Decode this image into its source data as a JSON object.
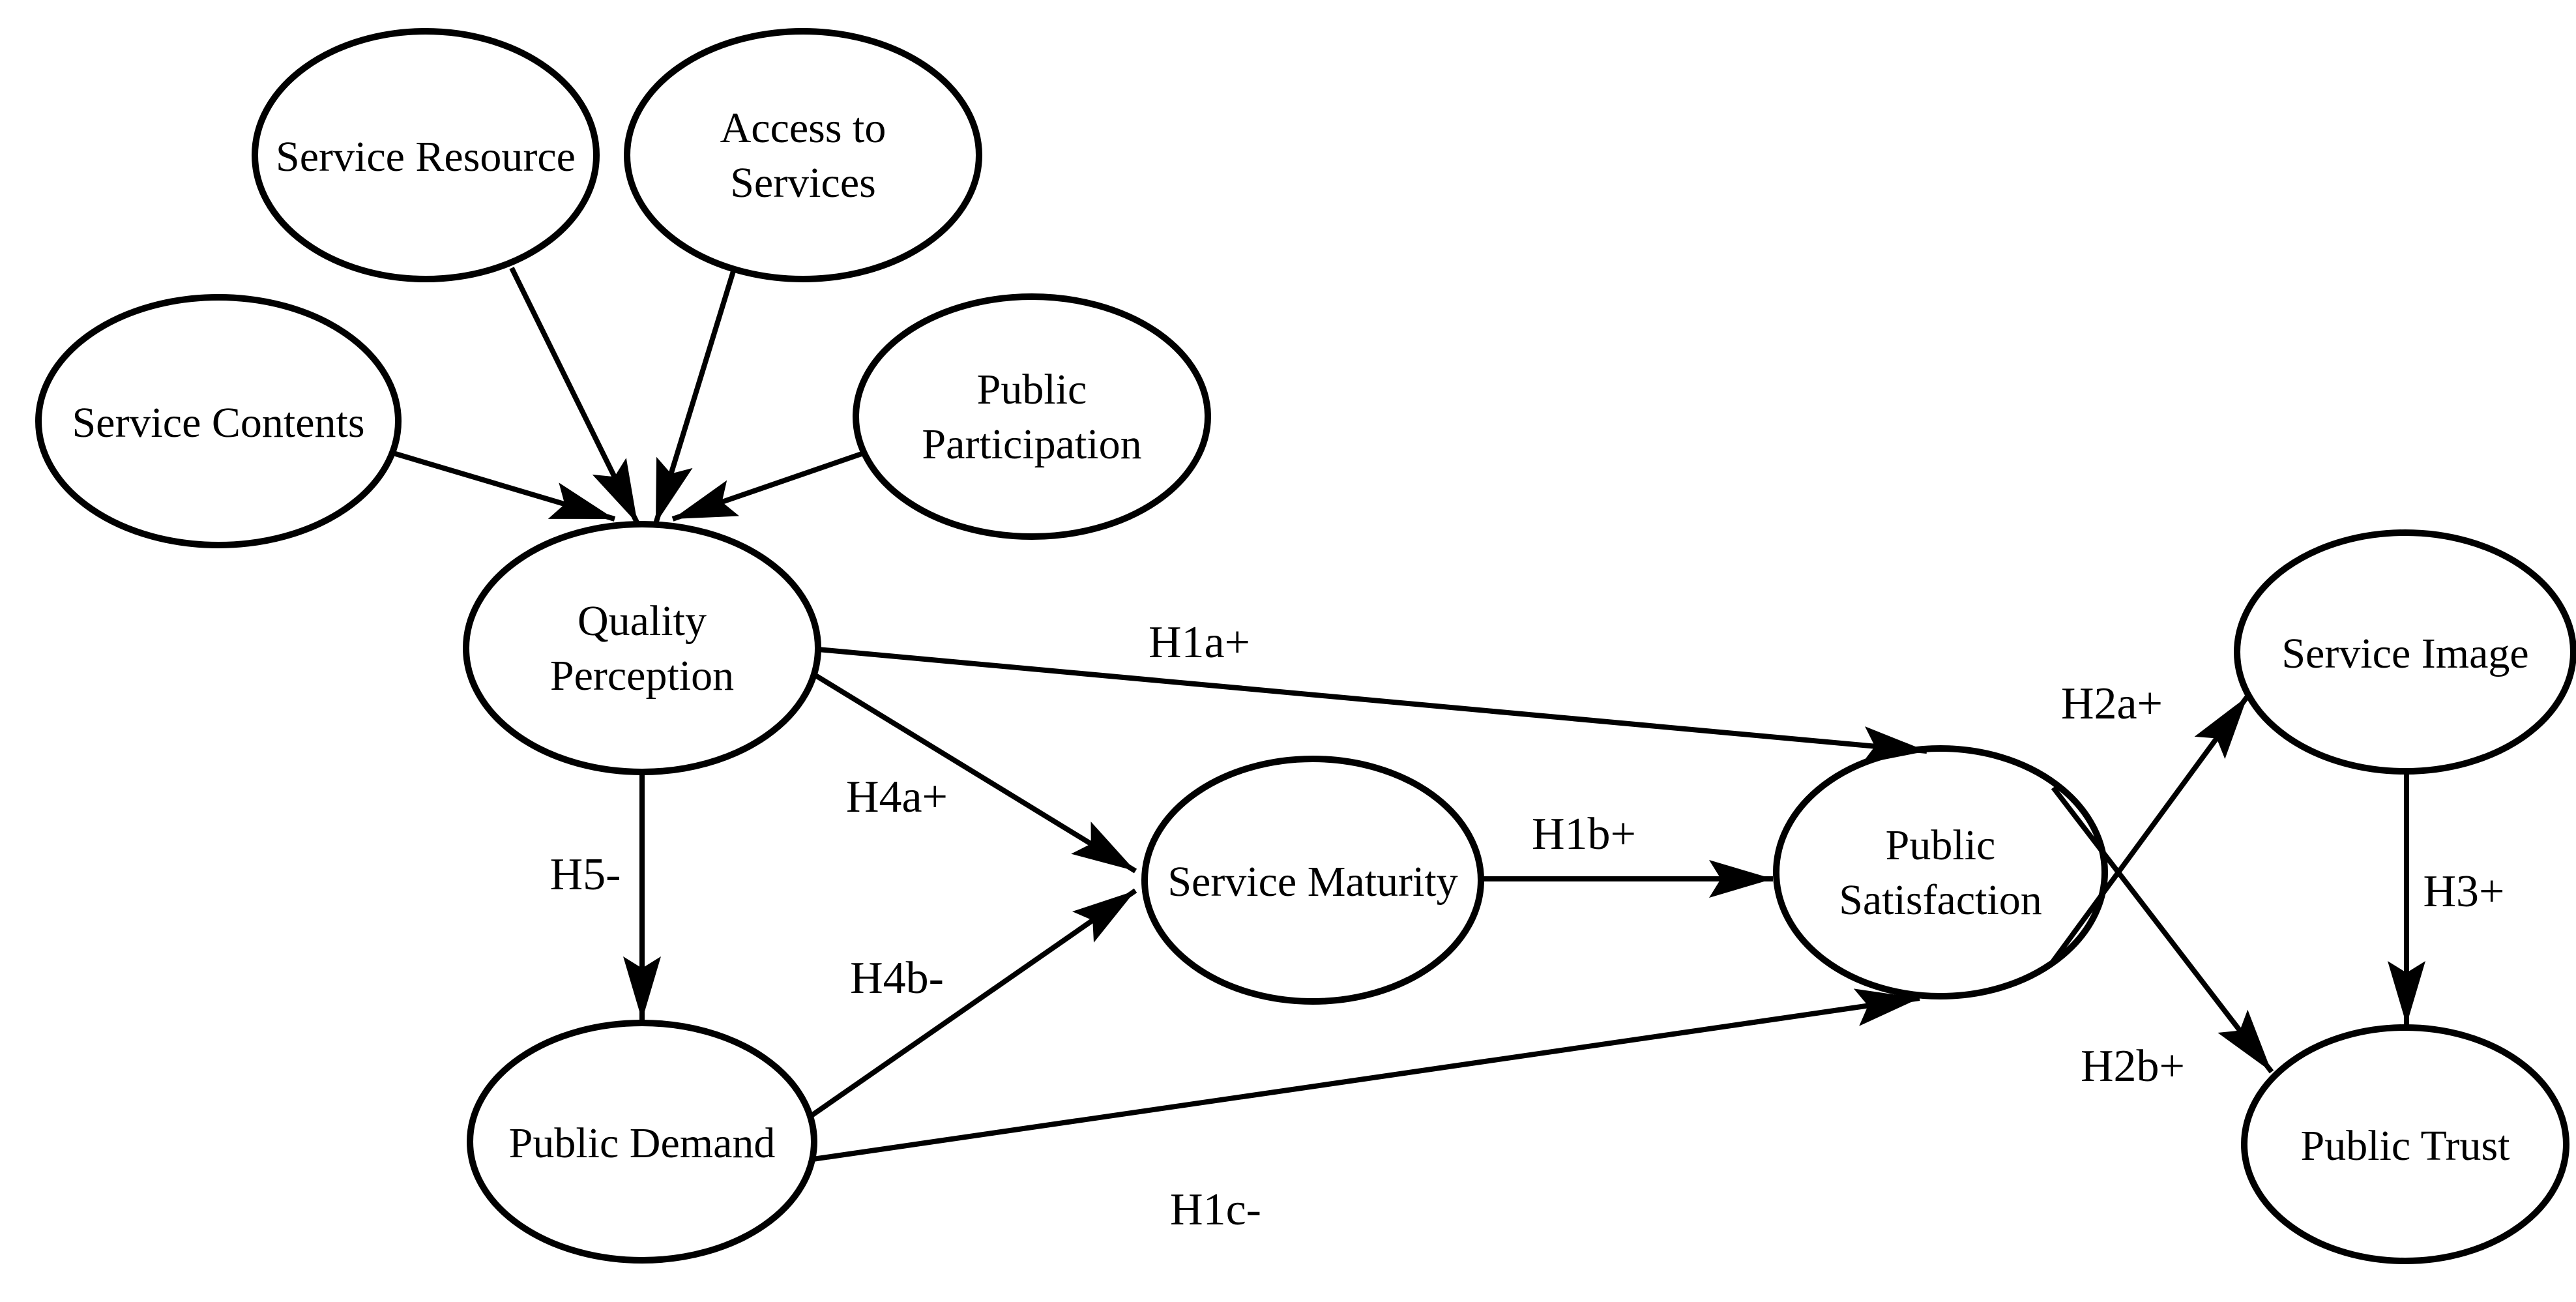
{
  "diagram": {
    "background_color": "#ffffff",
    "ink_color": "#000000",
    "type": "structural-equation-model-path-diagram",
    "nodes": [
      {
        "id": "service-resource",
        "label_lines": [
          "Service Resource"
        ]
      },
      {
        "id": "access-to-services",
        "label_lines": [
          "Access to",
          "Services"
        ]
      },
      {
        "id": "service-contents",
        "label_lines": [
          "Service Contents"
        ]
      },
      {
        "id": "public-participation",
        "label_lines": [
          "Public",
          "Participation"
        ]
      },
      {
        "id": "quality-perception",
        "label_lines": [
          "Quality",
          "Perception"
        ]
      },
      {
        "id": "public-demand",
        "label_lines": [
          "Public Demand"
        ]
      },
      {
        "id": "service-maturity",
        "label_lines": [
          "Service Maturity"
        ]
      },
      {
        "id": "public-satisfaction",
        "label_lines": [
          "Public",
          "Satisfaction"
        ]
      },
      {
        "id": "service-image",
        "label_lines": [
          "Service Image"
        ]
      },
      {
        "id": "public-trust",
        "label_lines": [
          "Public Trust"
        ]
      }
    ],
    "edges": [
      {
        "id": "service-resource-to-quality-perception",
        "from": "service-resource",
        "to": "quality-perception",
        "label": ""
      },
      {
        "id": "access-to-services-to-quality-perception",
        "from": "access-to-services",
        "to": "quality-perception",
        "label": ""
      },
      {
        "id": "service-contents-to-quality-perception",
        "from": "service-contents",
        "to": "quality-perception",
        "label": ""
      },
      {
        "id": "public-participation-to-quality-perception",
        "from": "public-participation",
        "to": "quality-perception",
        "label": ""
      },
      {
        "id": "h1a",
        "from": "quality-perception",
        "to": "public-satisfaction",
        "label": "H1a+"
      },
      {
        "id": "h4a",
        "from": "quality-perception",
        "to": "service-maturity",
        "label": "H4a+"
      },
      {
        "id": "h5",
        "from": "quality-perception",
        "to": "public-demand",
        "label": "H5-"
      },
      {
        "id": "h4b",
        "from": "public-demand",
        "to": "service-maturity",
        "label": "H4b-"
      },
      {
        "id": "h1b",
        "from": "service-maturity",
        "to": "public-satisfaction",
        "label": "H1b+"
      },
      {
        "id": "h1c",
        "from": "public-demand",
        "to": "public-satisfaction",
        "label": "H1c-"
      },
      {
        "id": "h2a",
        "from": "public-satisfaction",
        "to": "service-image",
        "label": "H2a+"
      },
      {
        "id": "h2b",
        "from": "public-satisfaction",
        "to": "public-trust",
        "label": "H2b+"
      },
      {
        "id": "h3",
        "from": "service-image",
        "to": "public-trust",
        "label": "H3+"
      }
    ]
  }
}
